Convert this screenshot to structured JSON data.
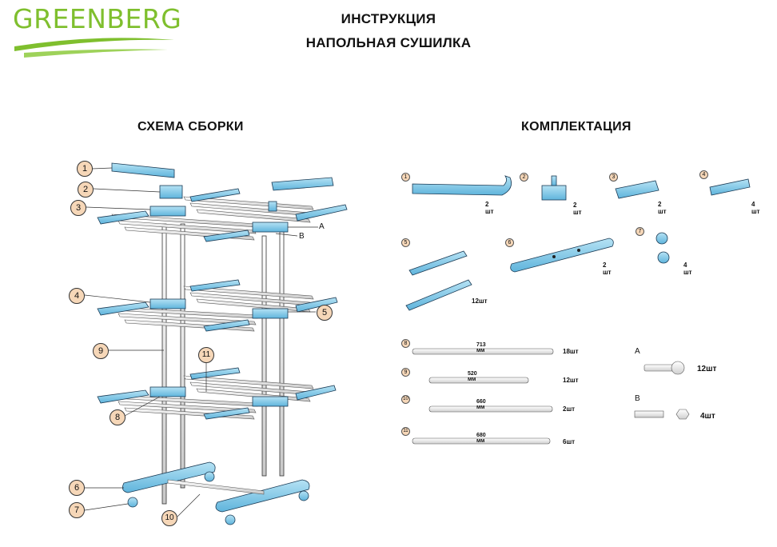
{
  "logo": {
    "text": "GREENBERG",
    "color": "#7fbf2e"
  },
  "header": {
    "line1": "ИНСТРУКЦИЯ",
    "line2": "НАПОЛЬНАЯ СУШИЛКА"
  },
  "assembly": {
    "title": "СХЕМА СБОРКИ",
    "callouts": [
      "1",
      "2",
      "3",
      "4",
      "5",
      "6",
      "7",
      "8",
      "9",
      "10",
      "11"
    ],
    "letters": [
      "A",
      "B"
    ]
  },
  "kit": {
    "title": "КОМПЛЕКТАЦИЯ",
    "parts": [
      {
        "num": "1",
        "qty": "2 шт"
      },
      {
        "num": "2",
        "qty": "2 шт"
      },
      {
        "num": "3",
        "qty": "2 шт"
      },
      {
        "num": "4",
        "qty": "4 шт"
      },
      {
        "num": "5",
        "qty": "12шт"
      },
      {
        "num": "6",
        "qty": "2 шт"
      },
      {
        "num": "7",
        "qty": "4 шт"
      }
    ],
    "tubes": [
      {
        "num": "8",
        "length": "713 мм",
        "qty": "18шт"
      },
      {
        "num": "9",
        "length": "520 мм",
        "qty": "12шт"
      },
      {
        "num": "10",
        "length": "660 мм",
        "qty": "2шт"
      },
      {
        "num": "11",
        "length": "680 мм",
        "qty": "6шт"
      }
    ],
    "fasteners": [
      {
        "letter": "A",
        "qty": "12шт"
      },
      {
        "letter": "B",
        "qty": "4шт"
      }
    ]
  },
  "colors": {
    "part_blue": "#7ec8e8",
    "part_outline": "#1b3b55",
    "tube": "#e6e6e6",
    "callout_fill": "#f6d7b8"
  }
}
